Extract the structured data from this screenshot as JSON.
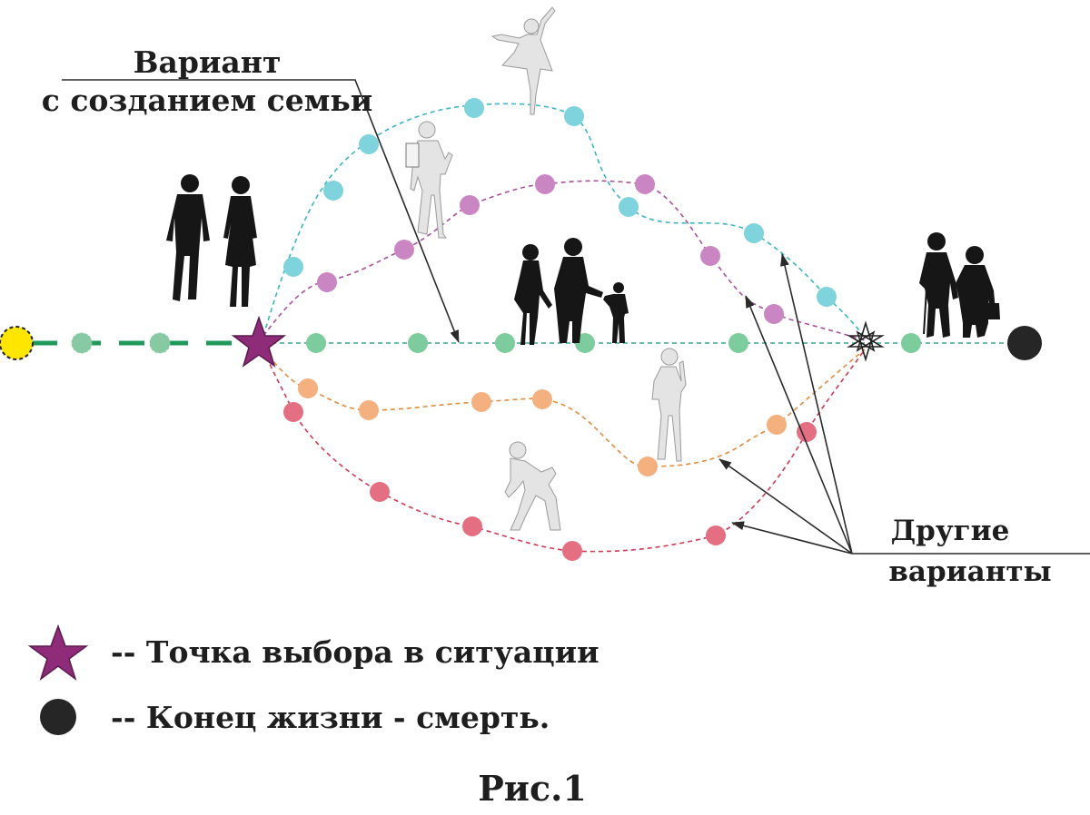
{
  "callouts": {
    "family_variant": {
      "line1": "Вариант",
      "line2": "с созданием семьи"
    },
    "other_variants": {
      "line1": "Другие",
      "line2": "варианты"
    }
  },
  "legend": {
    "choice_point": {
      "icon": "star-icon",
      "color": "#8e2c7a",
      "text": "-- Точка выбора в ситуации"
    },
    "end_of_life": {
      "icon": "black-circle-icon",
      "color": "#262626",
      "text": "-- Конец жизни - смерть."
    }
  },
  "figure_caption": "Рис.1",
  "colors": {
    "birth_point": "#ffe600",
    "pre_choice_path": "#1f9a5a",
    "main_family_path": "#7ccc9e",
    "path_cyan": "#7fd3dc",
    "path_purple": "#c986c2",
    "path_orange": "#f4b07e",
    "path_red": "#e46f82",
    "silhouette_dark": "#161616",
    "silhouette_light": "#e4e4e4",
    "arrow": "#2a2a2a"
  },
  "paths": [
    {
      "name": "family",
      "color_key": "main_family_path"
    },
    {
      "name": "cyan",
      "color_key": "path_cyan"
    },
    {
      "name": "purple",
      "color_key": "path_purple"
    },
    {
      "name": "orange",
      "color_key": "path_orange"
    },
    {
      "name": "red",
      "color_key": "path_red"
    }
  ],
  "figures": [
    {
      "name": "young-couple-silhouette",
      "icon": "couple-walking-icon"
    },
    {
      "name": "ballerina-silhouette",
      "icon": "ballerina-icon"
    },
    {
      "name": "business-woman-silhouette",
      "icon": "woman-with-folder-icon"
    },
    {
      "name": "family-silhouette",
      "icon": "family-with-child-icon"
    },
    {
      "name": "woman-phone-silhouette",
      "icon": "woman-on-phone-icon"
    },
    {
      "name": "posing-woman-silhouette",
      "icon": "posing-woman-icon"
    },
    {
      "name": "elderly-couple-silhouette",
      "icon": "elderly-couple-icon"
    }
  ]
}
